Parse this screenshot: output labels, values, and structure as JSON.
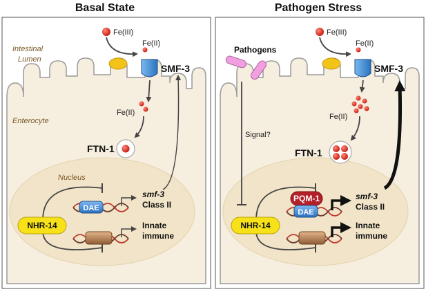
{
  "panels": [
    {
      "title": "Basal State",
      "lumen_label_line1": "Intestinal",
      "lumen_label_line2": "Lumen",
      "cell_label": "Enterocyte",
      "nucleus_label": "Nucleus",
      "fe3": "Fe(III)",
      "fe2_top": "Fe(II)",
      "fe2_inside": "Fe(II)",
      "transporter": "SMF-3",
      "ferritin": "FTN-1",
      "regulator": "NHR-14",
      "dae": "DAE",
      "gene": "smf-3",
      "class": "Class II",
      "innate_line1": "Innate",
      "innate_line2": "immune"
    },
    {
      "title": "Pathogen Stress",
      "pathogens": "Pathogens",
      "signal": "Signal?",
      "fe3": "Fe(III)",
      "fe2_top": "Fe(II)",
      "fe2_inside": "Fe(II)",
      "transporter": "SMF-3",
      "ferritin": "FTN-1",
      "regulator": "NHR-14",
      "activator": "PQM-1",
      "dae": "DAE",
      "gene": "smf-3",
      "class": "Class II",
      "innate_line1": "Innate",
      "innate_line2": "immune"
    }
  ],
  "colors": {
    "cell_fill": "#f6eedf",
    "cell_stroke": "#9a9a9a",
    "nucleus_fill": "#f1e4c8",
    "iron": "#e0261b",
    "nhr14": "#f7e21a",
    "pqm1": "#b3202a",
    "dae": "#3b87d6",
    "transporter": "#3d8fd1",
    "cylinder": "#b8845a",
    "pathogen": "#f0a0e0",
    "pore": "#f2c318"
  }
}
